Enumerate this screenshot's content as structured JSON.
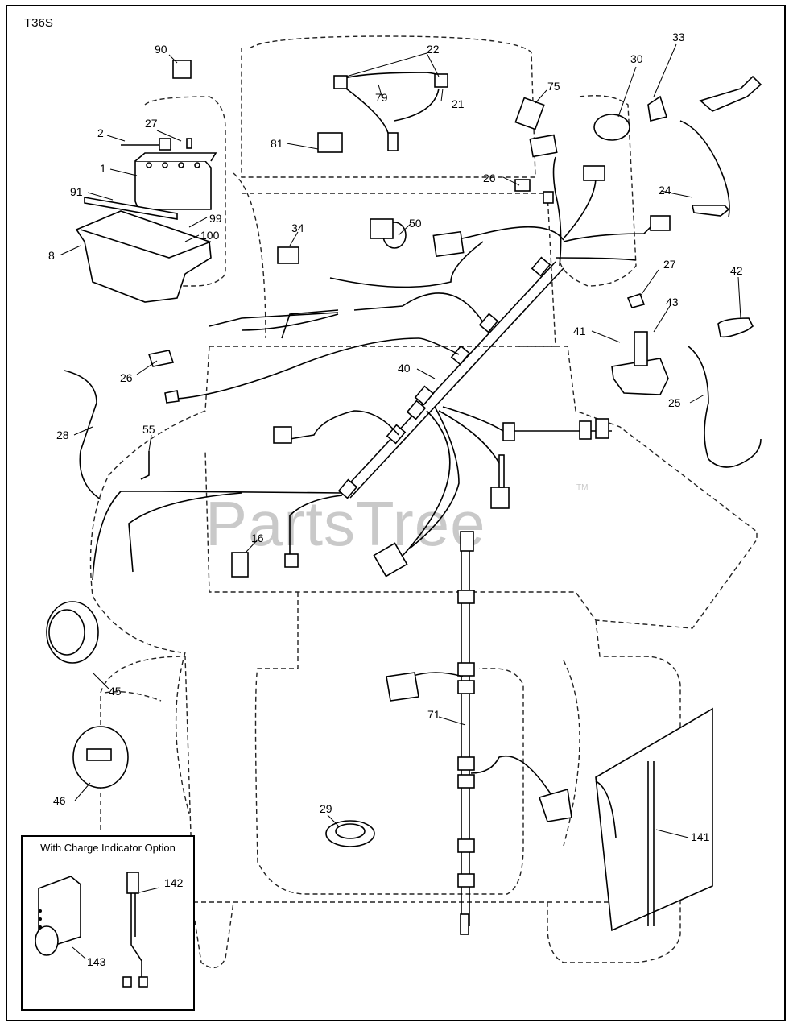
{
  "diagram_code": "T36S",
  "watermark": "PartsTree",
  "watermark_tm": "TM",
  "inset_title": "With Charge Indicator Option",
  "parts": [
    {
      "id": "part-90",
      "label": "90"
    },
    {
      "id": "part-22",
      "label": "22"
    },
    {
      "id": "part-79",
      "label": "79"
    },
    {
      "id": "part-21",
      "label": "21"
    },
    {
      "id": "part-75",
      "label": "75"
    },
    {
      "id": "part-30",
      "label": "30"
    },
    {
      "id": "part-33",
      "label": "33"
    },
    {
      "id": "part-2",
      "label": "2"
    },
    {
      "id": "part-27-top",
      "label": "27"
    },
    {
      "id": "part-81",
      "label": "81"
    },
    {
      "id": "part-1",
      "label": "1"
    },
    {
      "id": "part-91",
      "label": "91"
    },
    {
      "id": "part-26-top",
      "label": "26"
    },
    {
      "id": "part-24",
      "label": "24"
    },
    {
      "id": "part-99",
      "label": "99"
    },
    {
      "id": "part-100",
      "label": "100"
    },
    {
      "id": "part-50",
      "label": "50"
    },
    {
      "id": "part-34",
      "label": "34"
    },
    {
      "id": "part-8",
      "label": "8"
    },
    {
      "id": "part-27-right",
      "label": "27"
    },
    {
      "id": "part-42",
      "label": "42"
    },
    {
      "id": "part-43",
      "label": "43"
    },
    {
      "id": "part-41",
      "label": "41"
    },
    {
      "id": "part-26-left",
      "label": "26"
    },
    {
      "id": "part-40",
      "label": "40"
    },
    {
      "id": "part-25",
      "label": "25"
    },
    {
      "id": "part-28",
      "label": "28"
    },
    {
      "id": "part-55",
      "label": "55"
    },
    {
      "id": "part-16",
      "label": "16"
    },
    {
      "id": "part-45",
      "label": "45"
    },
    {
      "id": "part-71",
      "label": "71"
    },
    {
      "id": "part-46",
      "label": "46"
    },
    {
      "id": "part-29",
      "label": "29"
    },
    {
      "id": "part-141",
      "label": "141"
    },
    {
      "id": "part-142",
      "label": "142"
    },
    {
      "id": "part-143",
      "label": "143"
    }
  ]
}
